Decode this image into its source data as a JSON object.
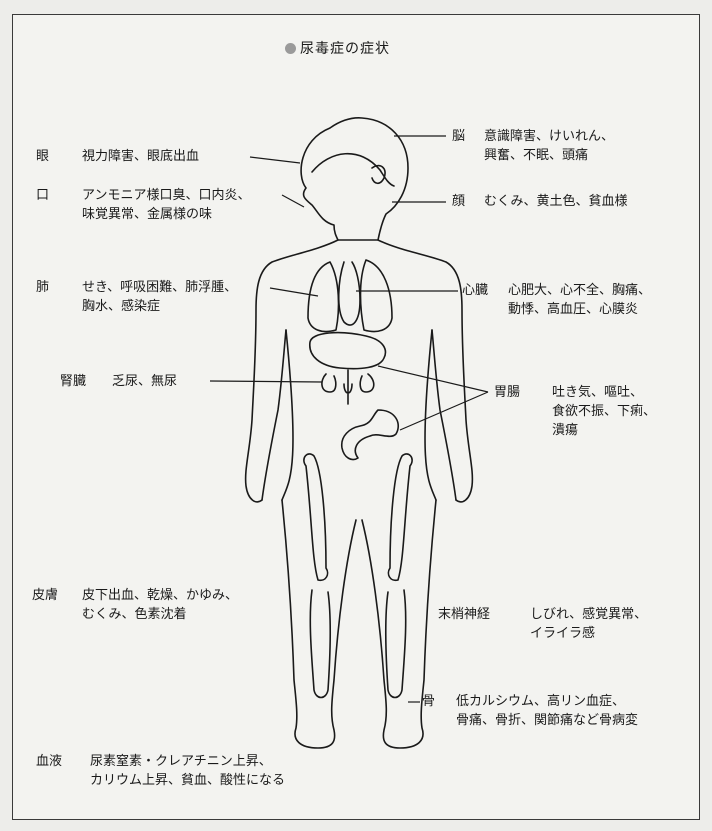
{
  "title": "尿毒症の症状",
  "labels": {
    "eye": {
      "organ": "眼",
      "symptoms": [
        "視力障害、眼底出血"
      ]
    },
    "mouth": {
      "organ": "口",
      "symptoms": [
        "アンモニア様口臭、口内炎、",
        "味覚異常、金属様の味"
      ]
    },
    "lung": {
      "organ": "肺",
      "symptoms": [
        "せき、呼吸困難、肺浮腫、",
        "胸水、感染症"
      ]
    },
    "kidney": {
      "organ": "腎臓",
      "symptoms": [
        "乏尿、無尿"
      ]
    },
    "skin": {
      "organ": "皮膚",
      "symptoms": [
        "皮下出血、乾燥、かゆみ、",
        "むくみ、色素沈着"
      ]
    },
    "blood": {
      "organ": "血液",
      "symptoms": [
        "尿素窒素・クレアチニン上昇、",
        "カリウム上昇、貧血、酸性になる"
      ]
    },
    "brain": {
      "organ": "脳",
      "symptoms": [
        "意識障害、けいれん、",
        "興奮、不眠、頭痛"
      ]
    },
    "face": {
      "organ": "顔",
      "symptoms": [
        "むくみ、黄土色、貧血様"
      ]
    },
    "heart": {
      "organ": "心臓",
      "symptoms": [
        "心肥大、心不全、胸痛、",
        "動悸、高血圧、心膜炎"
      ]
    },
    "gi": {
      "organ": "胃腸",
      "symptoms": [
        "吐き気、嘔吐、",
        "食欲不振、下痢、",
        "潰瘍"
      ]
    },
    "nerve": {
      "organ": "末梢神経",
      "symptoms": [
        "しびれ、感覚異常、",
        "イライラ感"
      ]
    },
    "bone": {
      "organ": "骨",
      "symptoms": [
        "低カルシウム、高リン血症、",
        "骨痛、骨折、関節痛など骨病変"
      ]
    }
  },
  "colors": {
    "ink": "#1a1a1a",
    "paper": "#f3f3f0",
    "bullet": "#9a9a9a"
  }
}
